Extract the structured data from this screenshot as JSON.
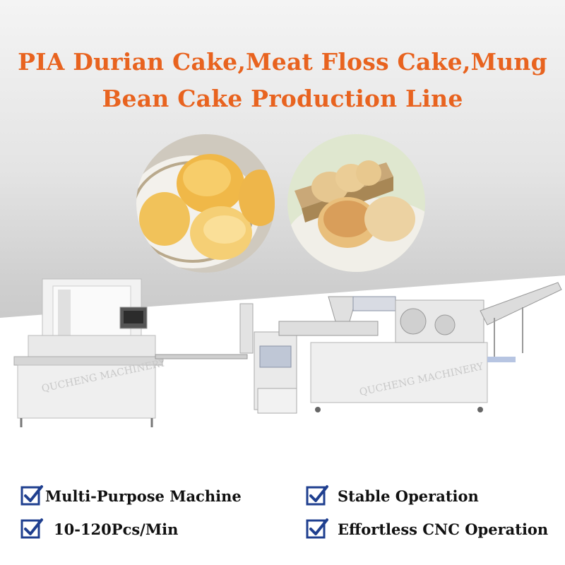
{
  "title": {
    "line1": "PIA Durian Cake,Meat Floss Cake,Mung",
    "line2": "Bean Cake Production Line"
  },
  "watermark": "QUCHENG MACHINERY",
  "features": [
    {
      "label": "Multi-Purpose Machine",
      "icon": "checkbox-icon"
    },
    {
      "label": "Stable Operation",
      "icon": "checkbox-icon"
    },
    {
      "label": "10-120Pcs/Min",
      "icon": "checkbox-icon"
    },
    {
      "label": "Effortless CNC Operation",
      "icon": "checkbox-icon"
    }
  ],
  "colors": {
    "title": "#e8631f",
    "check": "#1f3f8f",
    "machine": "#e6e6e6"
  }
}
